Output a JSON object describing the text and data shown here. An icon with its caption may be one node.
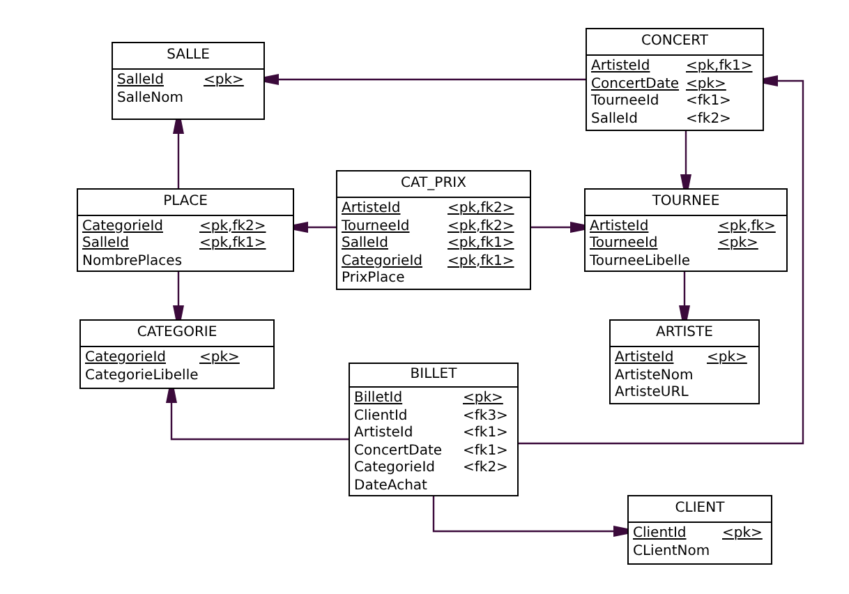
{
  "diagram": {
    "nodes": [
      {
        "text": [
          "SALLE",
          "SalleId",
          "<pk>",
          "SalleNom"
        ]
      },
      {
        "text": [
          "CONCERT",
          "ArtisteId",
          "<pk,fk1>",
          "ConcertDate",
          "<pk>",
          "TourneeId",
          "<fk1>",
          "SalleId",
          "<fk2>"
        ]
      },
      {
        "text": [
          "PLACE",
          "CategorieId",
          "<pk,fk2>",
          "SalleId",
          "<pk,fk1>",
          "NombrePlaces"
        ]
      },
      {
        "text": [
          "CAT_PRIX",
          "ArtisteId",
          "<pk,fk2>",
          "TourneeId",
          "<pk,fk2>",
          "SalleId",
          "<pk,fk1>",
          "CategorieId",
          "<pk,fk1>",
          "PrixPlace"
        ]
      },
      {
        "text": [
          "TOURNEE",
          "ArtisteId",
          "<pk,fk>",
          "TourneeId",
          "<pk>",
          "TourneeLibelle"
        ]
      },
      {
        "text": [
          "CATEGORIE",
          "CategorieId",
          "<pk>",
          "CategorieLibelle"
        ]
      },
      {
        "text": [
          "ARTISTE",
          "ArtisteId",
          "<pk>",
          "ArtisteNom",
          "ArtisteURL"
        ]
      },
      {
        "text": [
          "BILLET",
          "BilletId",
          "<pk>",
          "ClientId",
          "<fk3>",
          "ArtisteId",
          "<fk1>",
          "ConcertDate",
          "<fk1>",
          "CategorieId",
          "<fk2>",
          "DateAchat"
        ]
      },
      {
        "text": [
          "CLIENT",
          "ClientId",
          "<pk>",
          "CLientNom"
        ]
      }
    ],
    "edges": [
      {
        "from": 1,
        "to": 0,
        "arrow": "to"
      },
      {
        "from": 2,
        "to": 0,
        "arrow": "to"
      },
      {
        "from": 2,
        "to": 5,
        "arrow": "to"
      },
      {
        "from": 3,
        "to": 2,
        "arrow": "to"
      },
      {
        "from": 3,
        "to": 4,
        "arrow": "to"
      },
      {
        "from": 1,
        "to": 4,
        "arrow": "to"
      },
      {
        "from": 4,
        "to": 6,
        "arrow": "to"
      },
      {
        "from": 7,
        "to": 5,
        "arrow": "to"
      },
      {
        "from": 7,
        "to": 1,
        "arrow": "to"
      },
      {
        "from": 7,
        "to": 8,
        "arrow": "to"
      }
    ]
  }
}
